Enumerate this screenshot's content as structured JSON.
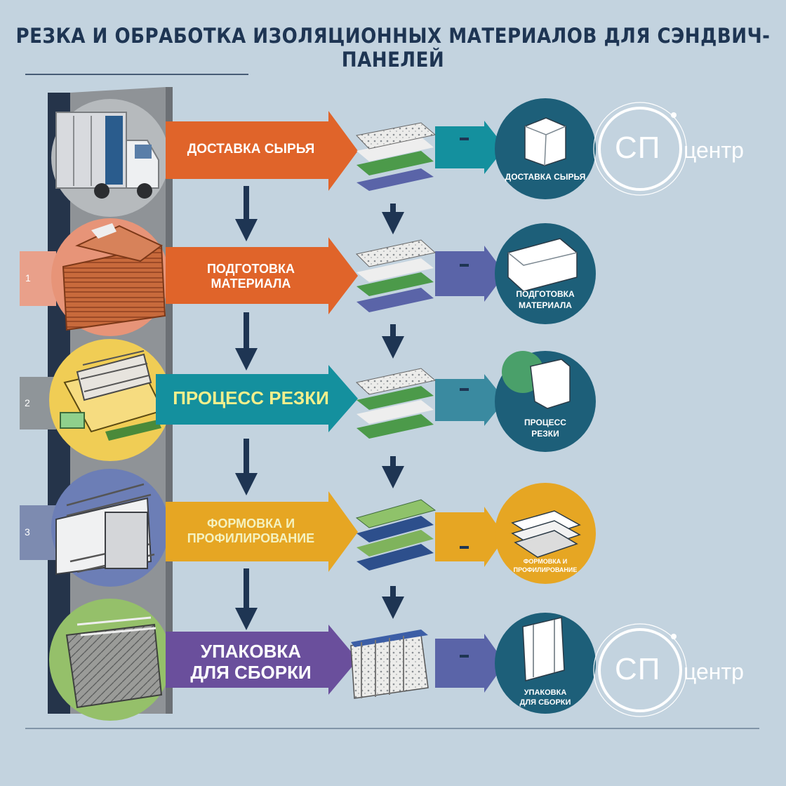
{
  "title": "РЕЗКА И ОБРАБОТКА ИЗОЛЯЦИОННЫХ МАТЕРИАЛОВ ДЛЯ СЭНДВИЧ-ПАНЕЛЕЙ",
  "logo": {
    "mark": "СП",
    "text": "центр"
  },
  "steps": [
    {
      "number": "",
      "label": "ДОСТАВКА СЫРЬЯ",
      "result_label": "ДОСТАВКА СЫРЬЯ",
      "color": "#e0642a"
    },
    {
      "number": "1",
      "label": "ПОДГОТОВКА\nМАТЕРИАЛА",
      "result_label": "ПОДГОТОВКА\nМАТЕРИАЛА",
      "color": "#e0642a"
    },
    {
      "number": "2",
      "label": "ПРОЦЕСС РЕЗКИ",
      "result_label": "ПРОЦЕСС\nРЕЗКИ",
      "color": "#14909e"
    },
    {
      "number": "3",
      "label": "ФОРМОВКА И\nПРОФИЛИРОВАНИЕ",
      "result_label": "ФОРМОВКА И\nПРОФИЛИРОВАНИЕ",
      "color": "#e6a623"
    },
    {
      "number": "",
      "label": "УПАКОВКА\nДЛЯ СБОРКИ",
      "result_label": "УПАКОВКА\nДЛЯ СБОРКИ",
      "color": "#6a4f9c"
    }
  ],
  "colors": {
    "background": "#c3d3df",
    "navy": "#1e3553",
    "teal_circle": "#1d5f79",
    "gold_circle": "#e6a623"
  }
}
